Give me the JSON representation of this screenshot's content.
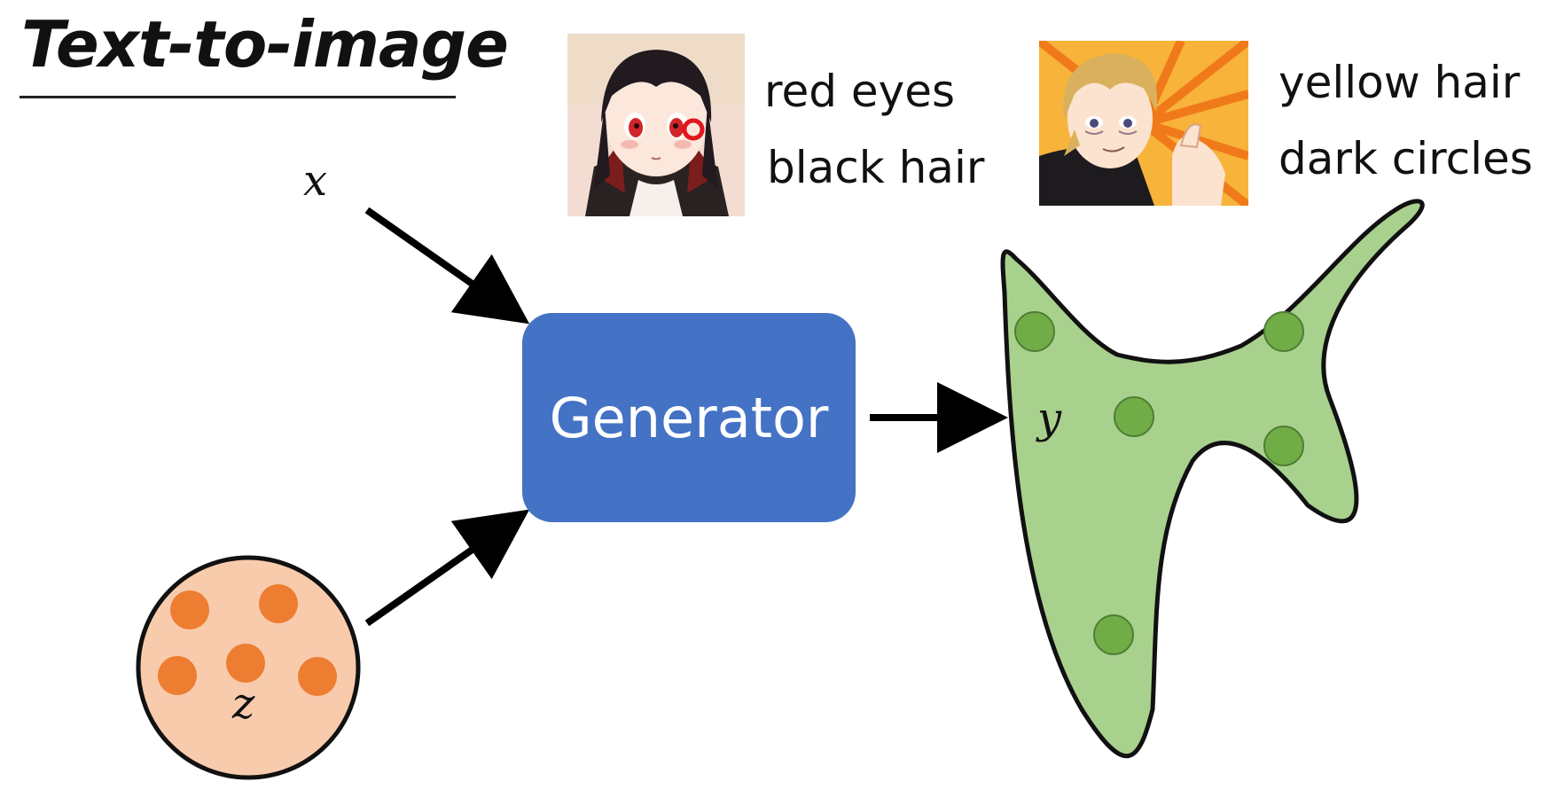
{
  "title": "Text-to-image",
  "labels": {
    "x": "x",
    "y": "y",
    "z": "z"
  },
  "generator": {
    "label": "Generator"
  },
  "examples": [
    {
      "caption_line1": "red eyes",
      "caption_line2": "black hair"
    },
    {
      "caption_line1": "yellow hair",
      "caption_line2": "dark circles"
    }
  ],
  "colors": {
    "generator_fill": "#4472c4",
    "distribution_z_fill": "#f8cbad",
    "distribution_z_points": "#ed7d31",
    "distribution_y_fill": "#a9d18e",
    "distribution_y_points": "#70ad47"
  }
}
